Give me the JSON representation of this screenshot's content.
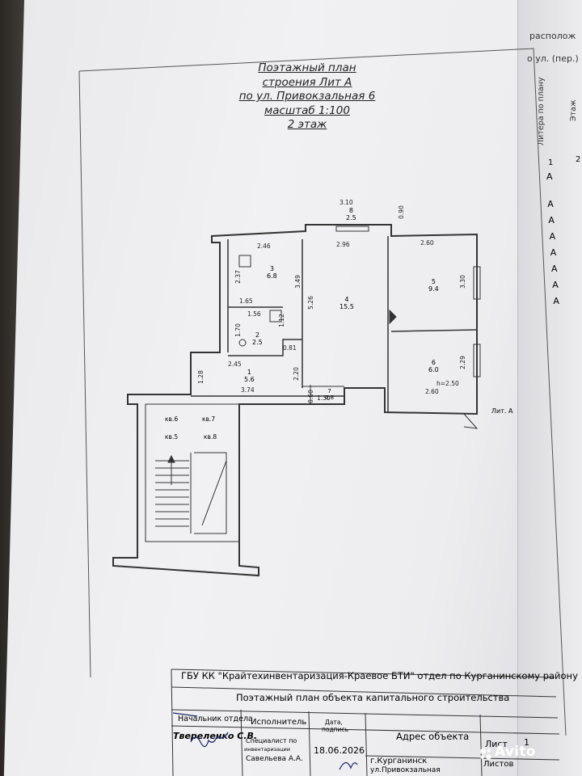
{
  "title": {
    "line1": "Поэтажный план",
    "line2": "строения Лит А",
    "line3": "по ул. Привокзальная 6",
    "line4": "масштаб 1:100",
    "line5": "2 этаж"
  },
  "rooms": [
    {
      "num": "3",
      "area": "6.8"
    },
    {
      "num": "4",
      "area": "15.5"
    },
    {
      "num": "5",
      "area": "9.4"
    },
    {
      "num": "6",
      "area": "6.0"
    },
    {
      "num": "2",
      "area": "2.5"
    },
    {
      "num": "1",
      "area": "5.6"
    },
    {
      "num": "7",
      "area": "0.8"
    },
    {
      "num": "8",
      "area": "2.5"
    }
  ],
  "dimensions": {
    "d310": "3.10",
    "d090": "0.90",
    "d246": "2.46",
    "d296": "2.96",
    "d260a": "2.60",
    "d237": "2.37",
    "d349": "3.49",
    "d330": "3.30",
    "d526": "5.26",
    "d165": "1.65",
    "d156": "1.56",
    "d170": "1.70",
    "d112": "1.12",
    "d081": "0.81",
    "d245": "2.45",
    "d229": "2.29",
    "d220": "2.20",
    "d128": "1.28",
    "d374": "3.74",
    "d060": "0.60",
    "d130": "1.30",
    "d260b": "2.60",
    "height": "h=2.50"
  },
  "apartments": [
    "кв.6",
    "кв.7",
    "кв.5",
    "кв.8"
  ],
  "lit_label": "Лит. А",
  "stamp": {
    "org": "ГБУ КК \"Крайтехинвентаризация-Краевое БТИ\" отдел по Курганинскому району",
    "doc": "Поэтажный план объекта капитального строительства",
    "head": "Начальник отдела",
    "head_name": "Твереленко С.В.",
    "executor": "Исполнитель",
    "exec_role1": "Специалист по",
    "exec_role2": "инвентаризации",
    "exec_name": "Савельева А.А.",
    "date_label1": "Дата,",
    "date_label2": "подпись",
    "date": "18.06.2026",
    "address_label": "Адрес объекта",
    "address1": "г.Курганинск",
    "address2": "ул.Привокзальная",
    "sheet": "Лист",
    "sheet_num": "1",
    "sheets": "Листов"
  },
  "right_table": {
    "header1": "располож",
    "header2": "о ул. (пер.)",
    "col1": "Литера по плану",
    "col2": "Этаж",
    "num1": "1",
    "num2": "2",
    "rows": [
      "А",
      "А",
      "А",
      "А",
      "А",
      "А",
      "А",
      "А"
    ]
  },
  "watermark": "Avito"
}
